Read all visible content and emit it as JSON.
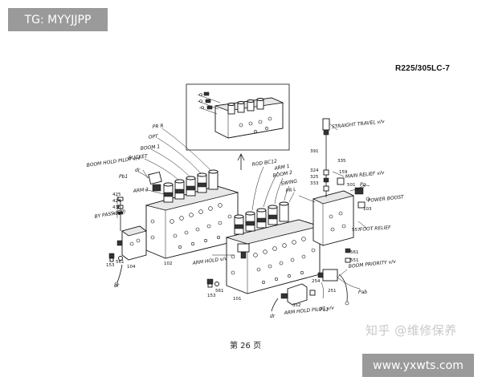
{
  "watermarks": {
    "top_tag": "TG: MYYJJPP",
    "bottom_url": "www.yxwts.com",
    "zhihu": "知乎 @维修保养"
  },
  "header": {
    "model_code": "R225/305LC-7"
  },
  "footer": {
    "page_number": "第 26 页"
  },
  "left_block_labels": {
    "pr_r": "PR R",
    "opt": "OPT",
    "boom1": "BOOM 1",
    "bucket": "BUCKET",
    "boom_hold_pilot": "BOOM HOLD PILOT v/v",
    "arm2": "ARM 2",
    "by_pass": "BY PASS (OP)",
    "pb1": "Pb1",
    "dr": "dr"
  },
  "right_block_labels": {
    "rod_bc12": "ROD BC12",
    "arm1": "ARM 1",
    "boom2": "BOOM 2",
    "swing": "SWING",
    "pr_l": "PR L",
    "straight_travel": "STRAIGHT TRAVEL v/v",
    "main_relief": "MAIN RELIEF v/v",
    "power_boost": "POWER BOOST",
    "pg": "Pg",
    "arm_hold": "ARM HOLD v/v",
    "boom_priority": "BOOM PRIORITY v/v",
    "pab": "Pab",
    "arm_hold_pilot": "ARM HOLD PILOT v/v",
    "pa1": "Pa1",
    "foot_relief": "FOOT RELIEF",
    "dr": "dr"
  },
  "part_numbers": {
    "n391": "391",
    "n324": "324",
    "n325": "325",
    "n333": "333",
    "n159": "159",
    "n501": "501",
    "n103": "103",
    "n557": "557",
    "n561a": "561",
    "n551": "551",
    "n425": "425",
    "n424": "424",
    "n438": "438",
    "n401": "401",
    "n153": "153",
    "n561b": "561",
    "n104": "104",
    "n102": "102",
    "n101": "101",
    "n153b": "153",
    "n561c": "561",
    "n352": "352",
    "n251": "251",
    "n254": "254",
    "n335": "335"
  }
}
